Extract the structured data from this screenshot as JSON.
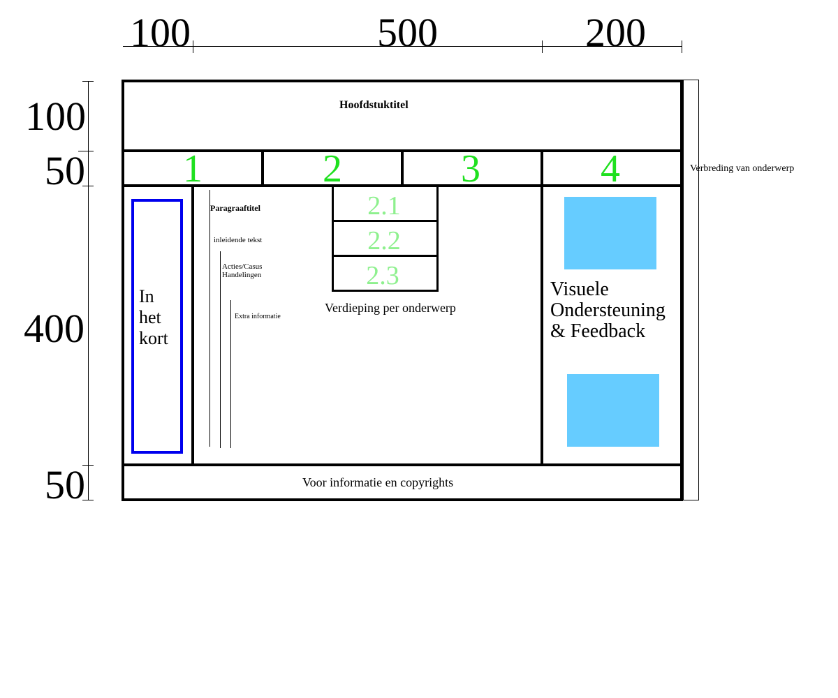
{
  "dimensions": {
    "widths": [
      "100",
      "500",
      "200"
    ],
    "heights": [
      "100",
      "50",
      "400",
      "50"
    ]
  },
  "header": {
    "title": "Hoofdstuktitel"
  },
  "tabs": [
    {
      "label": "1"
    },
    {
      "label": "2"
    },
    {
      "label": "3"
    },
    {
      "label": "4"
    }
  ],
  "extension_label": "Verbreding van onderwerp",
  "sidebar": {
    "text": "In het kort"
  },
  "content": {
    "paragraph_title": "Paragraaftitel",
    "intro_text": "inleidende tekst",
    "actions_text_line1": "Acties/Casus",
    "actions_text_line2": "Handelingen",
    "extra_info": "Extra informatie"
  },
  "subtopics": {
    "items": [
      "2.1",
      "2.2",
      "2.3"
    ],
    "caption": "Verdieping per onderwerp"
  },
  "right_panel": {
    "line1": "Visuele",
    "line2": "Ondersteuning",
    "line3": "& Feedback"
  },
  "footer": {
    "text": "Voor informatie en copyrights"
  },
  "colors": {
    "tab_numbers": "#1fe01f",
    "subtopic_numbers": "#8ef08e",
    "sidebar_border": "#0000ee",
    "image_placeholder": "#66ccff"
  }
}
